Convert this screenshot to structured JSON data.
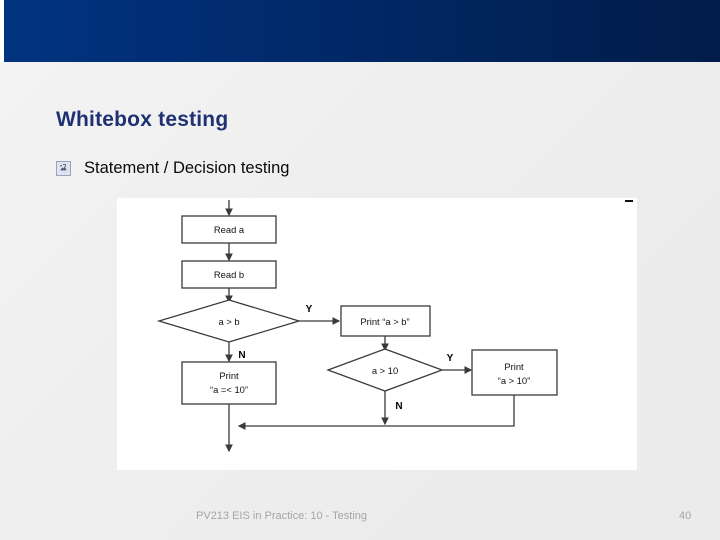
{
  "slide": {
    "title": "Whitebox testing",
    "bullets": [
      {
        "icon": "broken-image-icon",
        "text": "Statement / Decision testing"
      }
    ],
    "footer": "PV213 EIS in Practice: 10 - Testing",
    "page_number": "40"
  },
  "theme": {
    "banner_left": "#013480",
    "banner_right": "#011c49",
    "title_color": "#1f3172",
    "body_background": "#efefef",
    "footer_color": "#a6a6a6",
    "picture_background": "#ffffff",
    "flow_stroke": "#3a3a3a"
  },
  "chart_data": {
    "type": "diagram",
    "title": "Statement / Decision testing flowchart",
    "nodes": [
      {
        "id": "read_a",
        "shape": "process",
        "label": "Read a"
      },
      {
        "id": "read_b",
        "shape": "process",
        "label": "Read b"
      },
      {
        "id": "dec_a_gt_b",
        "shape": "decision",
        "label": "a > b"
      },
      {
        "id": "print_a_gt_b",
        "shape": "process",
        "label": "Print “a > b”"
      },
      {
        "id": "print_a_le_10",
        "shape": "process",
        "label_line1": "Print",
        "label_line2": "“a =< 10”"
      },
      {
        "id": "dec_a_gt_10",
        "shape": "decision",
        "label": "a > 10"
      },
      {
        "id": "print_a_gt_10",
        "shape": "process",
        "label_line1": "Print",
        "label_line2": "“a > 10”"
      }
    ],
    "edges": [
      {
        "from": "start",
        "to": "read_a",
        "label": ""
      },
      {
        "from": "read_a",
        "to": "read_b",
        "label": ""
      },
      {
        "from": "read_b",
        "to": "dec_a_gt_b",
        "label": ""
      },
      {
        "from": "dec_a_gt_b",
        "to": "print_a_gt_b",
        "label": "Y"
      },
      {
        "from": "dec_a_gt_b",
        "to": "print_a_le_10",
        "label": "N"
      },
      {
        "from": "print_a_gt_b",
        "to": "dec_a_gt_10",
        "label": ""
      },
      {
        "from": "dec_a_gt_10",
        "to": "print_a_gt_10",
        "label": "Y"
      },
      {
        "from": "dec_a_gt_10",
        "to": "merge",
        "label": "N"
      },
      {
        "from": "print_a_gt_10",
        "to": "merge",
        "label": ""
      },
      {
        "from": "print_a_le_10",
        "to": "merge",
        "label": ""
      },
      {
        "from": "merge",
        "to": "end",
        "label": ""
      }
    ],
    "branch_labels": [
      "Y",
      "N",
      "Y",
      "N"
    ]
  }
}
